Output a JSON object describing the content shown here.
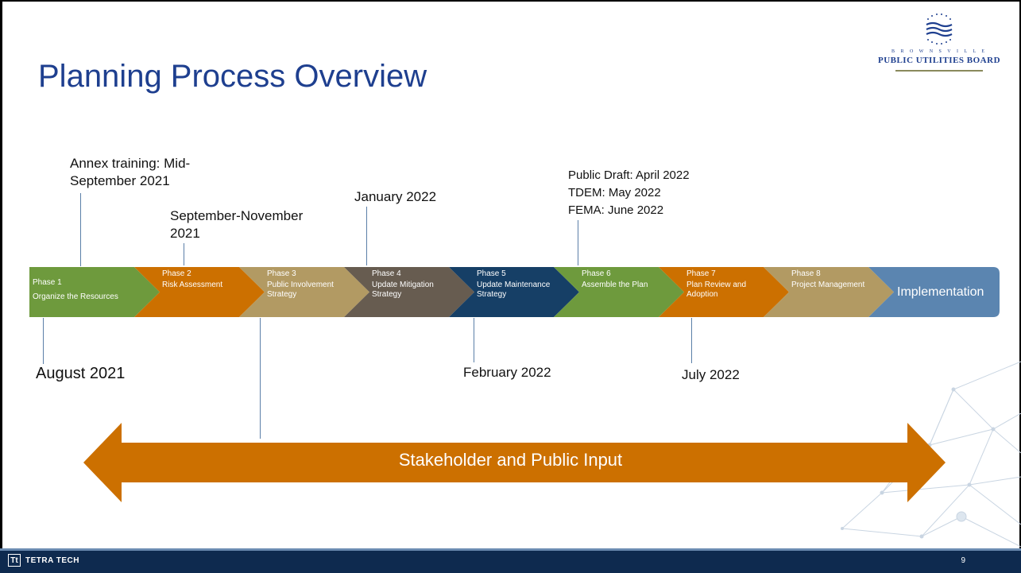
{
  "slide": {
    "title": "Planning Process Overview",
    "logo": {
      "name_line_small": "B R O W N S V I L L E",
      "name_line_big": "PUBLIC UTILITIES BOARD",
      "colors": {
        "brand": "#1e3f8f",
        "rule": "#8a8a5c"
      }
    },
    "phases": [
      {
        "phase": "Phase 1",
        "name": "Organize the Resources",
        "color": "#6e9a3d"
      },
      {
        "phase": "Phase 2",
        "name": "Risk Assessment",
        "color": "#cc7000"
      },
      {
        "phase": "Phase 3",
        "name": "Public Involvement Strategy",
        "color": "#b29a63"
      },
      {
        "phase": "Phase 4",
        "name": "Update Mitigation Strategy",
        "color": "#675c50"
      },
      {
        "phase": "Phase 5",
        "name": "Update Maintenance Strategy",
        "color": "#163f66"
      },
      {
        "phase": "Phase 6",
        "name": "Assemble the Plan",
        "color": "#6e9a3d"
      },
      {
        "phase": "Phase 7",
        "name": "Plan Review and Adoption",
        "color": "#cc7000"
      },
      {
        "phase": "Phase 8",
        "name": "Project Management",
        "color": "#b29a63"
      }
    ],
    "implementation": {
      "label": "Implementation",
      "color": "#5b85b0"
    },
    "annotations": {
      "annex_training": [
        "Annex training: Mid-",
        "September 2021"
      ],
      "sept_nov": [
        "September-November",
        "2021"
      ],
      "january": "January 2022",
      "public_draft": [
        "Public Draft: April 2022",
        "TDEM: May 2022",
        "FEMA: June 2022"
      ],
      "august": "August 2021",
      "february": "February 2022",
      "july": "July 2022"
    },
    "stakeholder_arrow": {
      "label": "Stakeholder and Public Input",
      "color": "#cc7000"
    },
    "footer": {
      "company": "TETRA TECH",
      "logo_mark": "Tt",
      "page_number": "9",
      "color": "#0e2a4f"
    }
  }
}
